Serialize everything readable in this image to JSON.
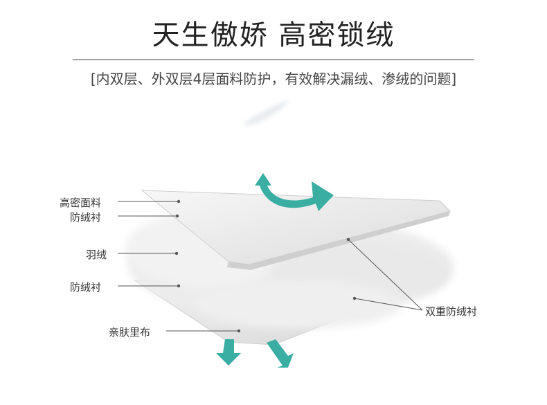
{
  "headline": "天生傲娇 高密锁绒",
  "subheadline": "[内双层、外双层4层面料防护，有效解决漏绒、渗绒的问题]",
  "layers": {
    "outer_fabric": "高密面料",
    "down_proof_lining_top": "防绒衬",
    "down": "羽绒",
    "down_proof_lining_bottom": "防绒衬",
    "inner_lining": "亲肤里布",
    "double_lining": "双重防绒衬"
  },
  "colors": {
    "accent": "#3aaea2",
    "text": "#333333",
    "line": "#555555"
  }
}
